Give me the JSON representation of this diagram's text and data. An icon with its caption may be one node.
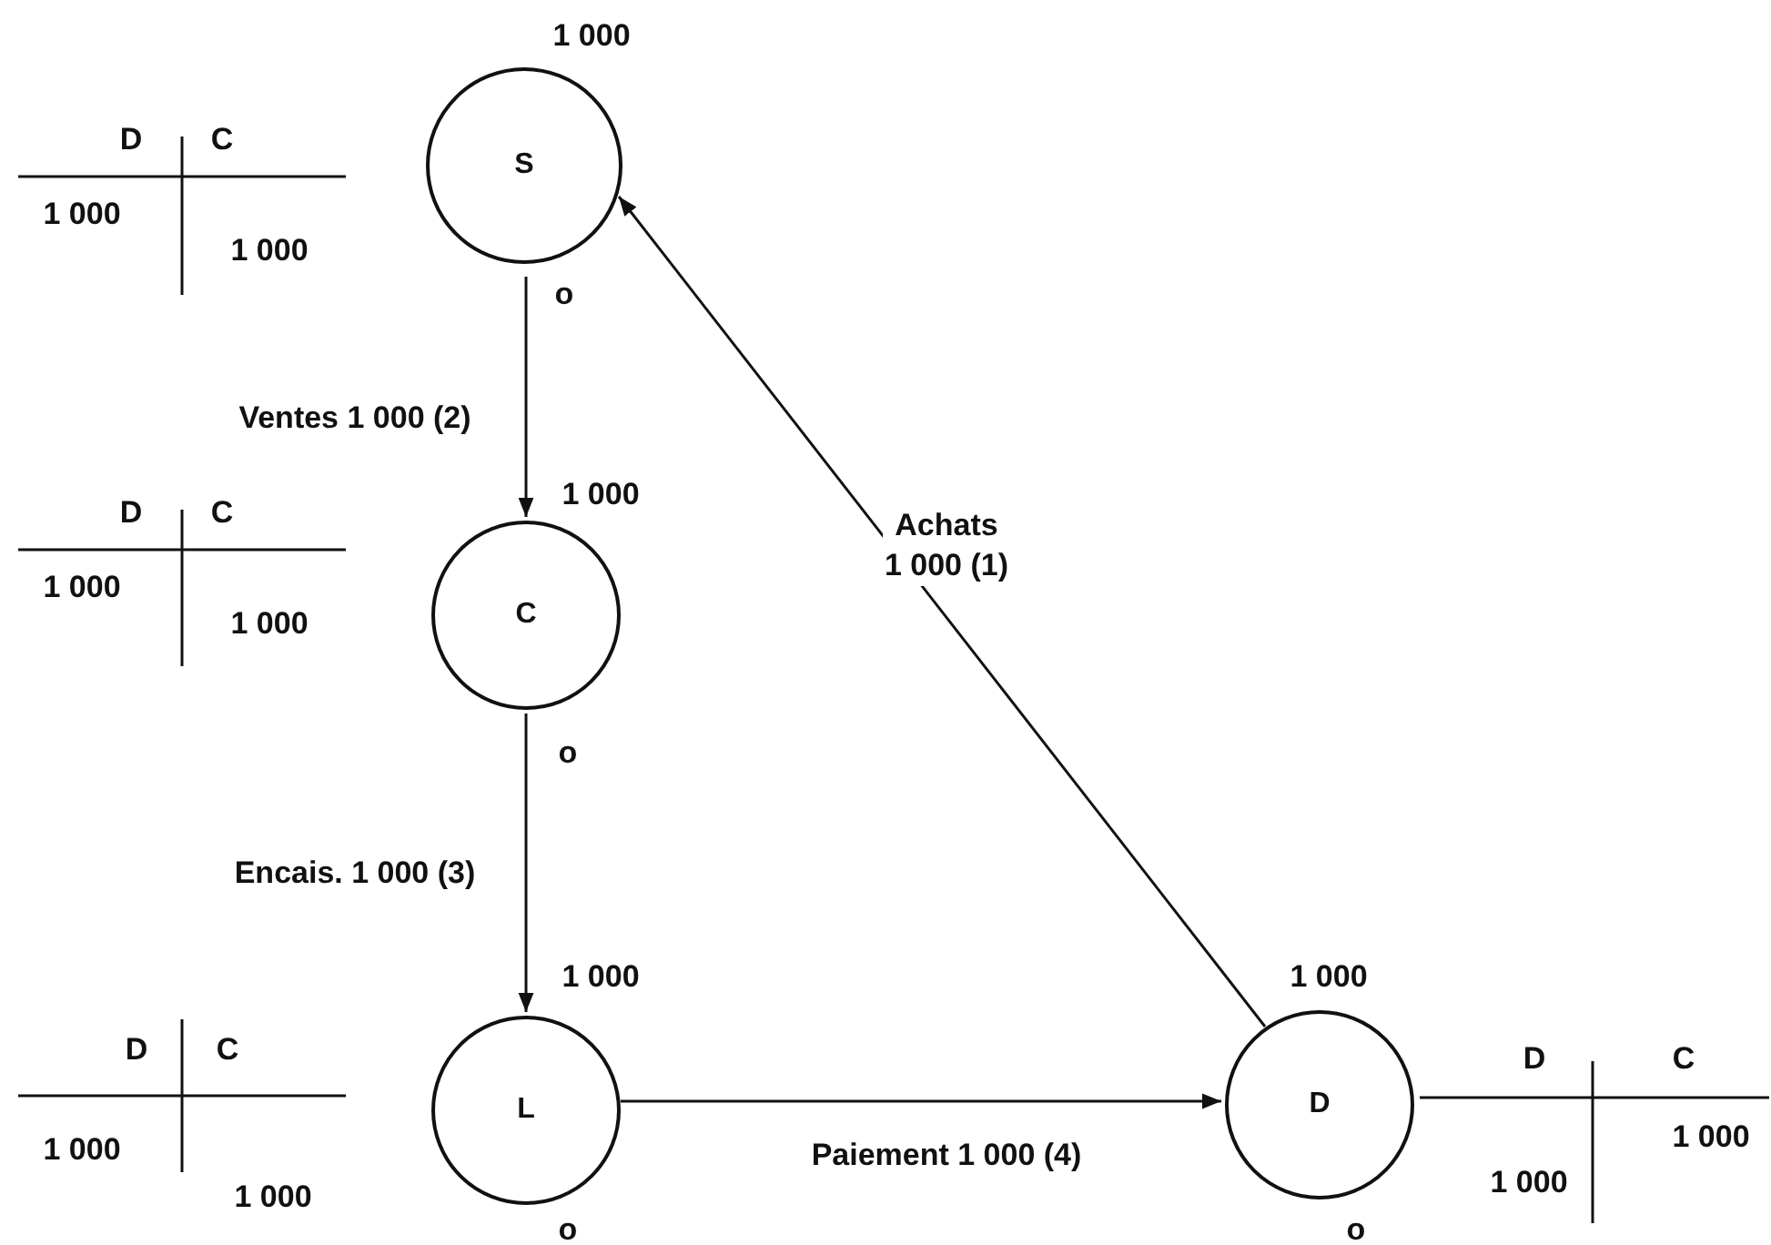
{
  "diagram": {
    "nodes": [
      {
        "text": [
          "S"
        ],
        "beside": [
          "1 000",
          "o"
        ]
      },
      {
        "text": [
          "C"
        ],
        "beside": [
          "1 000",
          "o"
        ]
      },
      {
        "text": [
          "L"
        ],
        "beside": [
          "1 000",
          "o"
        ]
      },
      {
        "text": [
          "D"
        ],
        "beside": [
          "1 000",
          "o"
        ]
      }
    ],
    "edges": [
      {
        "from": 0,
        "to": 1,
        "arrow": "to",
        "label": "Ventes 1 000 (2)"
      },
      {
        "from": 1,
        "to": 2,
        "arrow": "to",
        "label": "Encais. 1 000 (3)"
      },
      {
        "from": 2,
        "to": 3,
        "arrow": "to",
        "label": "Paiement 1 000 (4)"
      },
      {
        "from": 3,
        "to": 0,
        "arrow": "to",
        "label": "Achats 1 000 (1)"
      }
    ],
    "labels": [
      "D",
      "C",
      "1 000",
      "1 000",
      "D",
      "C",
      "1 000",
      "1 000",
      "D",
      "C",
      "1 000",
      "1 000",
      "D",
      "C",
      "1 000",
      "1 000"
    ]
  }
}
